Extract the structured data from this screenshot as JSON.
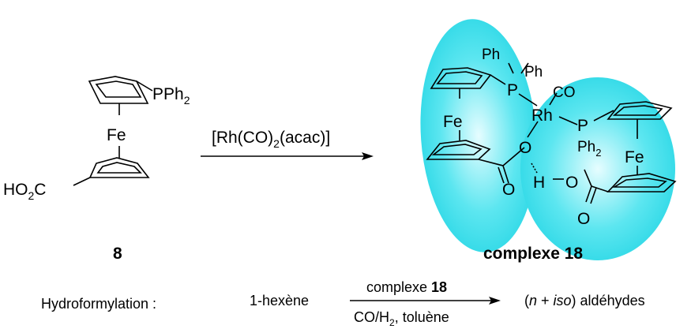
{
  "reactant": {
    "number": "8",
    "iron": "Fe",
    "pph2_main": "PPh",
    "pph2_sub": "2",
    "acid_ho": "HO",
    "acid_sub": "2",
    "acid_c": "C"
  },
  "reagent": {
    "part1": "[Rh(CO)",
    "sub": "2",
    "part2": "(acac)]"
  },
  "product": {
    "label": "complexe 18",
    "rh": "Rh",
    "co": "CO",
    "iron": "Fe",
    "phenyl": "Ph",
    "p": "P",
    "ph2_main": "Ph",
    "ph2_sub": "2",
    "o": "O",
    "h": "H",
    "bond_dash": "–"
  },
  "hydroformylation": {
    "title": "Hydroformylation :",
    "substrate": "1-hexène",
    "cond_top_prefix": "complexe ",
    "cond_top_bold": "18",
    "cond_bottom_main": "CO/H",
    "cond_bottom_sub": "2",
    "cond_bottom_rest": ", toluène",
    "prod_open": "(",
    "prod_n": "n",
    "prod_plus": " + ",
    "prod_iso": "iso",
    "prod_close": ") aldéhydes"
  },
  "colors": {
    "highlight": "#5ce6f0",
    "highlight_edge": "#e6fdff"
  }
}
